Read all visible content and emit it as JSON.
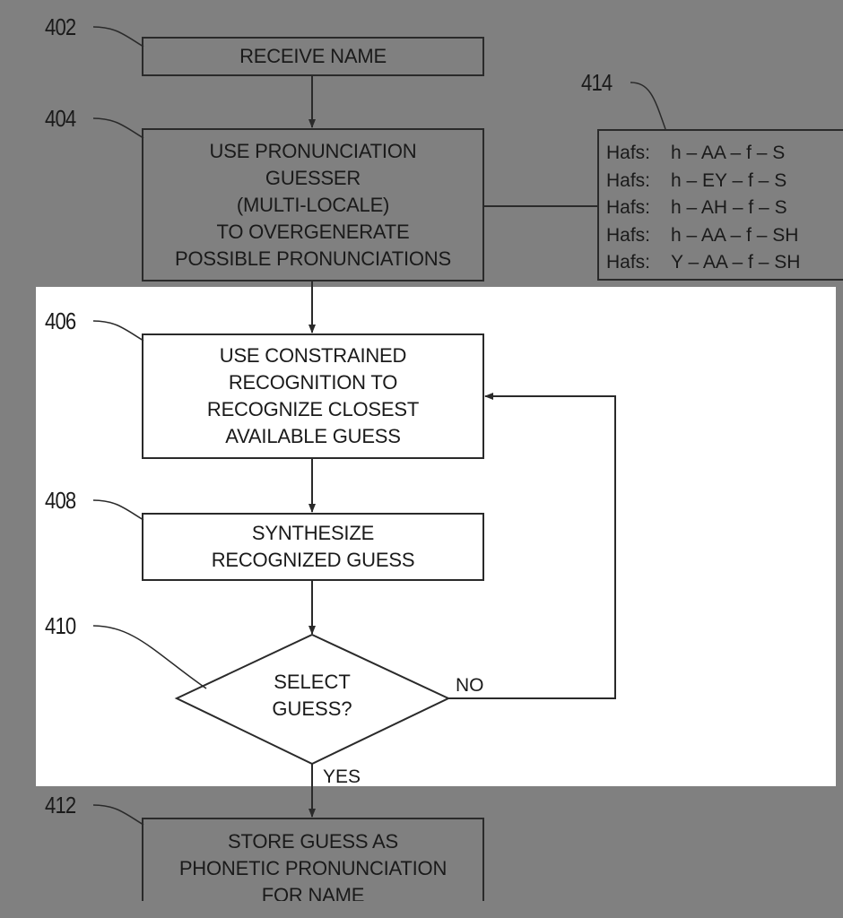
{
  "diagram": {
    "type": "flowchart",
    "highlight_color": "#ffffff",
    "background_color": "#808080",
    "steps": [
      {
        "ref": "402",
        "kind": "process",
        "lines": [
          "RECEIVE NAME"
        ]
      },
      {
        "ref": "404",
        "kind": "process",
        "lines": [
          "USE PRONUNCIATION",
          "GUESSER",
          "(MULTI-LOCALE)",
          "TO OVERGENERATE",
          "POSSIBLE PRONUNCIATIONS"
        ]
      },
      {
        "ref": "406",
        "kind": "process",
        "lines": [
          "USE CONSTRAINED",
          "RECOGNITION TO",
          "RECOGNIZE CLOSEST",
          "AVAILABLE GUESS"
        ]
      },
      {
        "ref": "408",
        "kind": "process",
        "lines": [
          "SYNTHESIZE",
          "RECOGNIZED GUESS"
        ]
      },
      {
        "ref": "410",
        "kind": "decision",
        "lines": [
          "SELECT",
          "GUESS?"
        ]
      },
      {
        "ref": "412",
        "kind": "process",
        "lines": [
          "STORE GUESS AS",
          "PHONETIC PRONUNCIATION",
          "FOR NAME"
        ]
      }
    ],
    "pronunciations": {
      "ref": "414",
      "rows": [
        {
          "name": "Hafs:",
          "phones": "h – AA – f – S"
        },
        {
          "name": "Hafs:",
          "phones": "h – EY – f – S"
        },
        {
          "name": "Hafs:",
          "phones": "h – AH – f – S"
        },
        {
          "name": "Hafs:",
          "phones": "h – AA – f – SH"
        },
        {
          "name": "Hafs:",
          "phones": "Y – AA – f – SH"
        }
      ]
    },
    "edges": [
      {
        "from": "402",
        "to": "404",
        "label": ""
      },
      {
        "from": "404",
        "to": "406",
        "label": ""
      },
      {
        "from": "406",
        "to": "408",
        "label": ""
      },
      {
        "from": "408",
        "to": "410",
        "label": ""
      },
      {
        "from": "410",
        "to": "406",
        "label": "NO"
      },
      {
        "from": "410",
        "to": "412",
        "label": "YES"
      },
      {
        "from": "404",
        "to": "414",
        "label": ""
      }
    ]
  }
}
